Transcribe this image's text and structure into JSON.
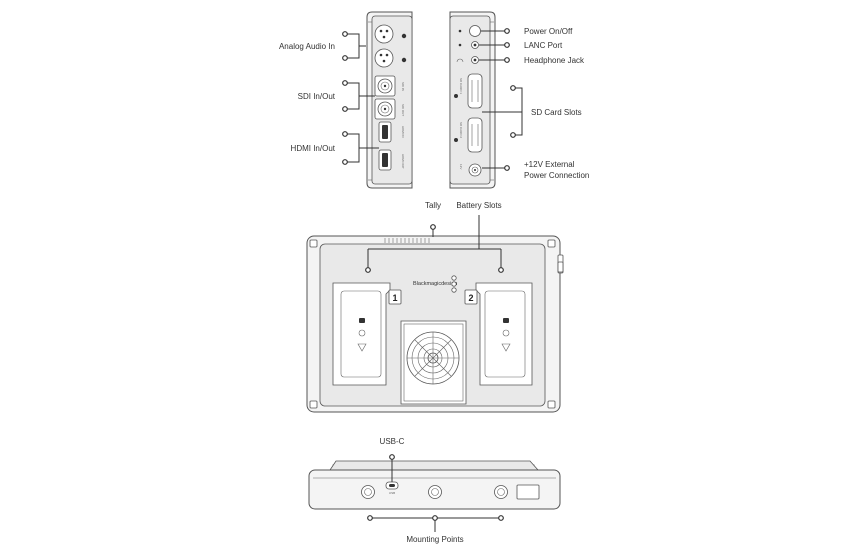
{
  "labels": {
    "analog_audio_in": "Analog Audio In",
    "sdi_in_out": "SDI In/Out",
    "hdmi_in_out": "HDMI In/Out",
    "power_on_off": "Power On/Off",
    "lanc_port": "LANC Port",
    "headphone_jack": "Headphone Jack",
    "sd_card_slots": "SD Card Slots",
    "ext_power_line1": "+12V External",
    "ext_power_line2": "Power Connection",
    "tally": "Tally",
    "battery_slots": "Battery Slots",
    "usb_c": "USB-C",
    "mounting_points": "Mounting Points"
  },
  "device": {
    "logo": "Blackmagicdesign",
    "battery_slot_1": "1",
    "battery_slot_2": "2"
  },
  "port_marks": {
    "sdi_in": "SDI IN",
    "sdi_out": "SDI OUT",
    "hdmi_in": "HDMI IN",
    "hdmi_out": "HDMI OUT",
    "sd_card_1": "SD CARD 1",
    "sd_card_2": "SD CARD 2",
    "power_12v": "12V",
    "usb": "USB"
  }
}
